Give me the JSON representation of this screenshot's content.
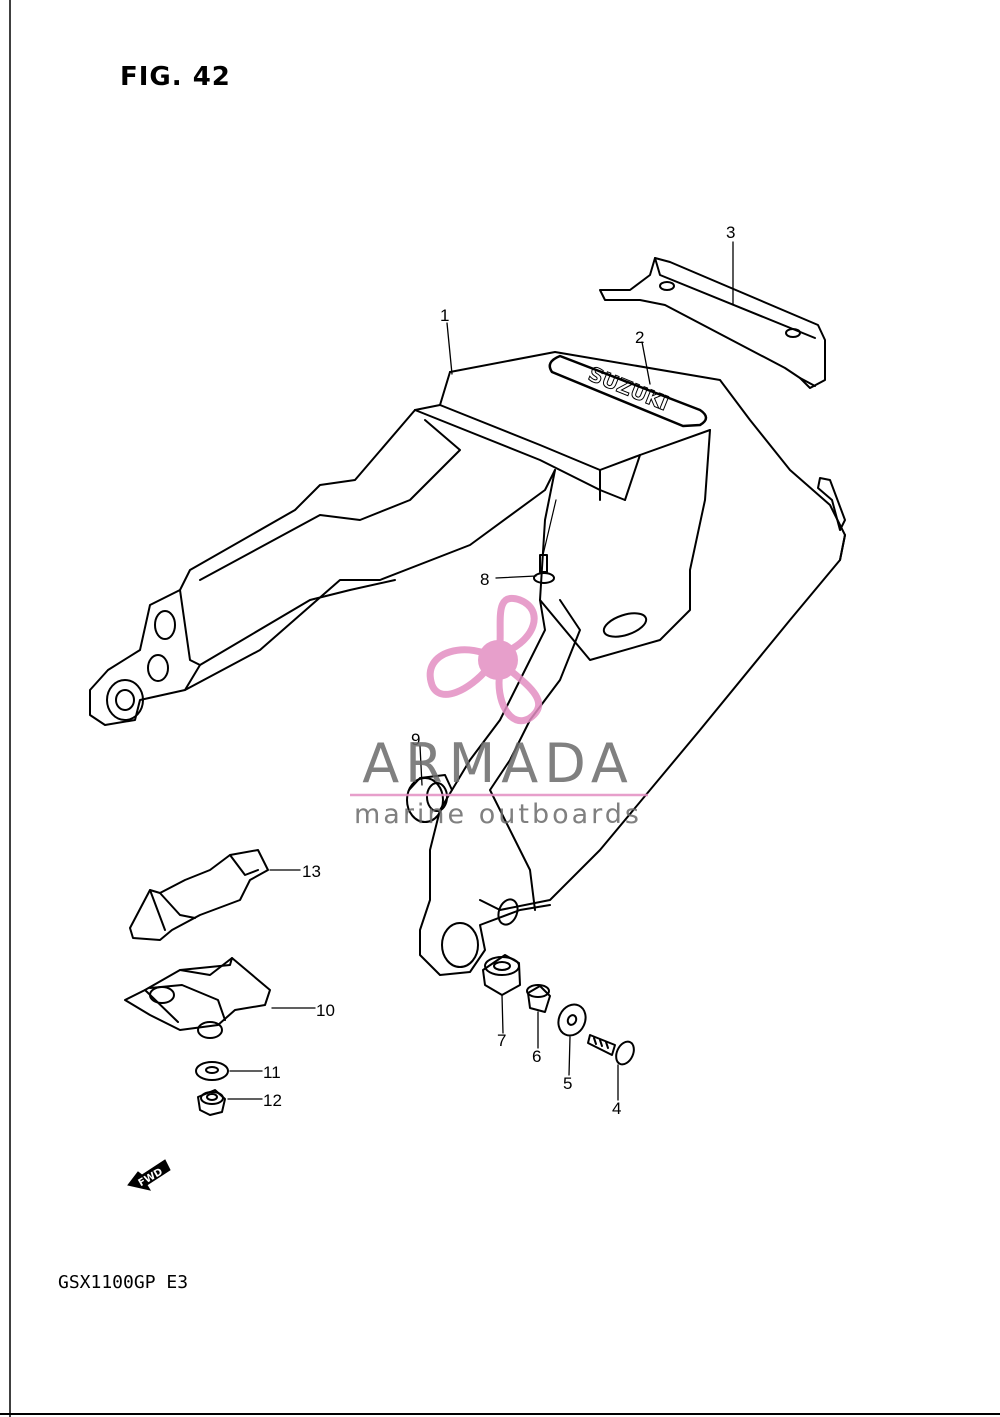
{
  "figure": {
    "title": "FIG. 42",
    "model_code": "GSX1100GP E3"
  },
  "brand_emblem": "SUZUKI",
  "forward_arrow": {
    "label": "FWD"
  },
  "callouts": [
    "1",
    "2",
    "3",
    "4",
    "5",
    "6",
    "7",
    "8",
    "9",
    "10",
    "11",
    "12",
    "13"
  ],
  "watermark": {
    "name": "ARMADA",
    "tagline": "marine outboards",
    "accent_color": "#e38fc3",
    "text_color": "#6a6a6a"
  },
  "colors": {
    "line": "#000000",
    "background": "#ffffff"
  }
}
